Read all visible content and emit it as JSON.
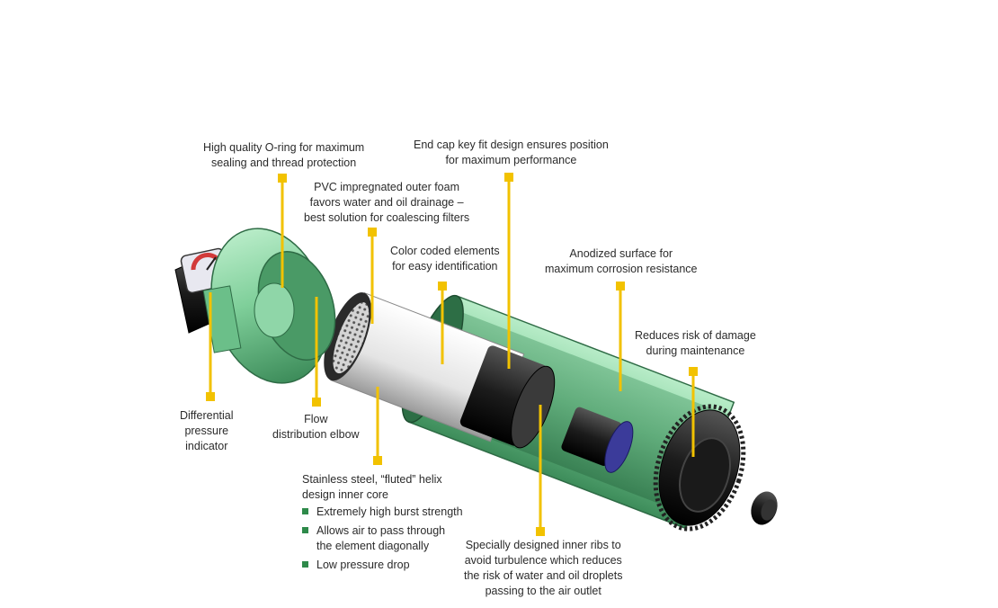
{
  "colors": {
    "callout": "#f2c200",
    "housing_green": "#7fcf9a",
    "housing_dark": "#3d8c5a",
    "black_part": "#1c1c1c",
    "bullet": "#2e8a4a"
  },
  "callouts": {
    "oring": [
      "High quality O-ring for maximum",
      "sealing and thread protection"
    ],
    "endcap": [
      "End cap key fit design ensures position",
      "for maximum performance"
    ],
    "pvc": [
      "PVC impregnated outer foam",
      "favors water and oil drainage –",
      "best solution for coalescing filters"
    ],
    "color": [
      "Color coded elements",
      "for easy identification"
    ],
    "anodized": [
      "Anodized surface for",
      "maximum corrosion resistance"
    ],
    "damage": [
      "Reduces risk of damage",
      "during maintenance"
    ],
    "differential": [
      "Differential",
      "pressure",
      "indicator"
    ],
    "flow": [
      "Flow",
      "distribution elbow"
    ],
    "stainless": [
      "Stainless steel, “fluted” helix",
      "design inner core"
    ],
    "stainless_bullets": [
      "Extremely high burst strength",
      "Allows air to pass through",
      "the element diagonally",
      "Low pressure drop"
    ],
    "ribs": [
      "Specially designed inner ribs to",
      "avoid turbulence which reduces",
      "the risk of water and oil droplets",
      "passing to the air outlet"
    ]
  }
}
